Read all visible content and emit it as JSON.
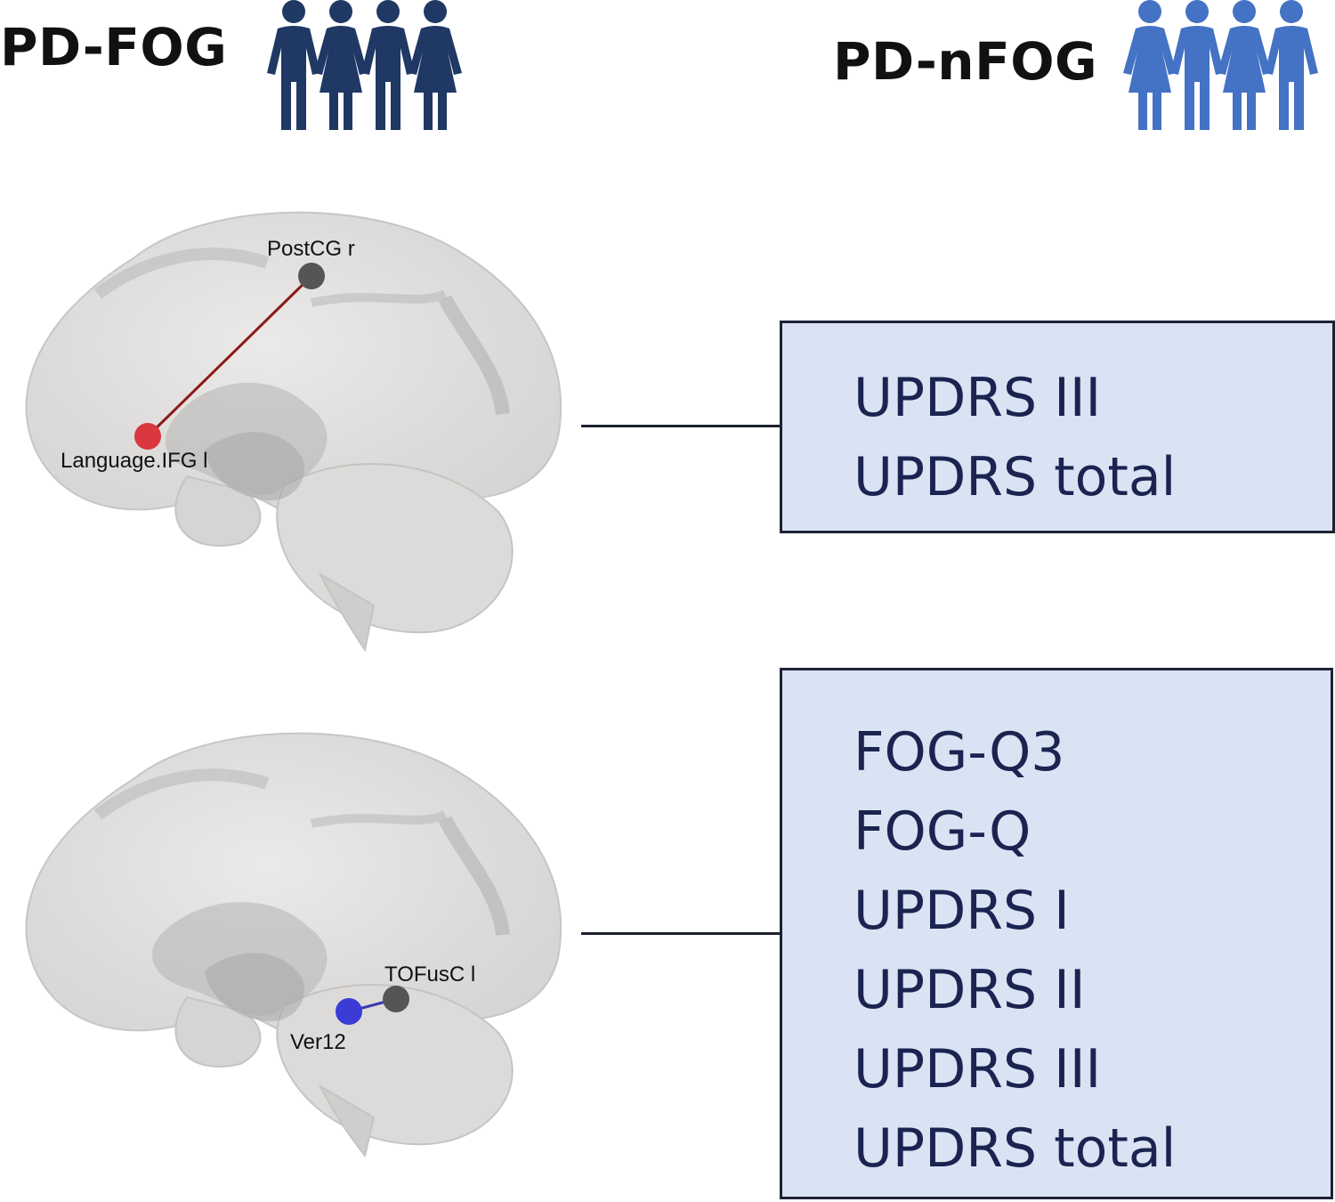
{
  "groups": {
    "fog": {
      "label": "PD-FOG",
      "icon": "people-group-icon",
      "color": "#1f3864"
    },
    "nfog": {
      "label": "PD-nFOG",
      "icon": "people-group-icon",
      "color": "#4472c4"
    }
  },
  "brains": {
    "top": {
      "nodes": [
        {
          "label": "PostCG r",
          "color": "#555555"
        },
        {
          "label": "Language.IFG l",
          "color": "#d9363e"
        }
      ],
      "edge_color": "#8b1a1a"
    },
    "bottom": {
      "nodes": [
        {
          "label": "TOFusC l",
          "color": "#555555"
        },
        {
          "label": "Ver12",
          "color": "#3b3bd6"
        }
      ],
      "edge_color": "#3a3ab0"
    }
  },
  "boxes": {
    "top": {
      "items": [
        "UPDRS III",
        "UPDRS total"
      ]
    },
    "bottom": {
      "items": [
        "FOG-Q3",
        "FOG-Q",
        "UPDRS I",
        "UPDRS II",
        "UPDRS III",
        "UPDRS total"
      ]
    }
  },
  "colors": {
    "box_fill": "#dae3f3",
    "box_border": "#1d2336",
    "text": "#1a2450"
  }
}
